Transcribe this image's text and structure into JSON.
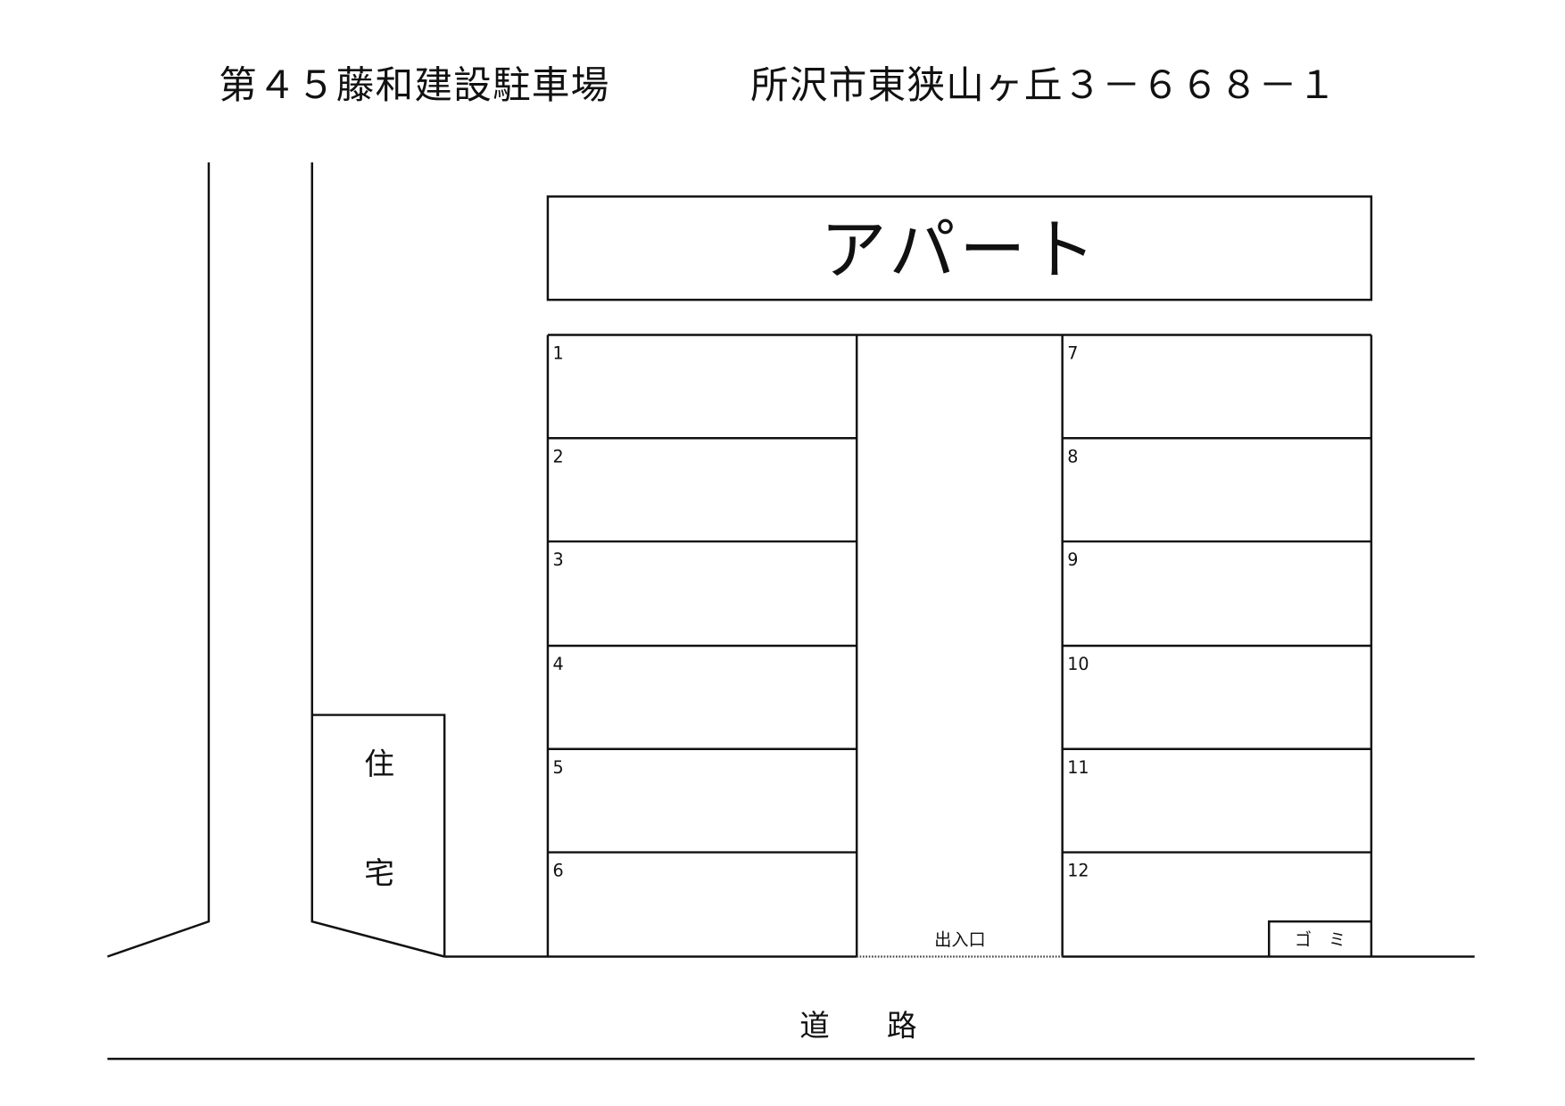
{
  "header": {
    "lot_name": "第４５藤和建設駐車場",
    "address": "所沢市東狭山ヶ丘３－６６８－１"
  },
  "map": {
    "apartment_label": "アパート",
    "house_label_1": "住",
    "house_label_2": "宅",
    "entrance_label": "出入口",
    "garbage_label": "ゴ　ミ",
    "road_label_1": "道",
    "road_label_2": "路",
    "left_slots": [
      "1",
      "2",
      "3",
      "4",
      "5",
      "6"
    ],
    "right_slots": [
      "7",
      "8",
      "9",
      "10",
      "11",
      "12"
    ],
    "line_color": "#111111"
  }
}
